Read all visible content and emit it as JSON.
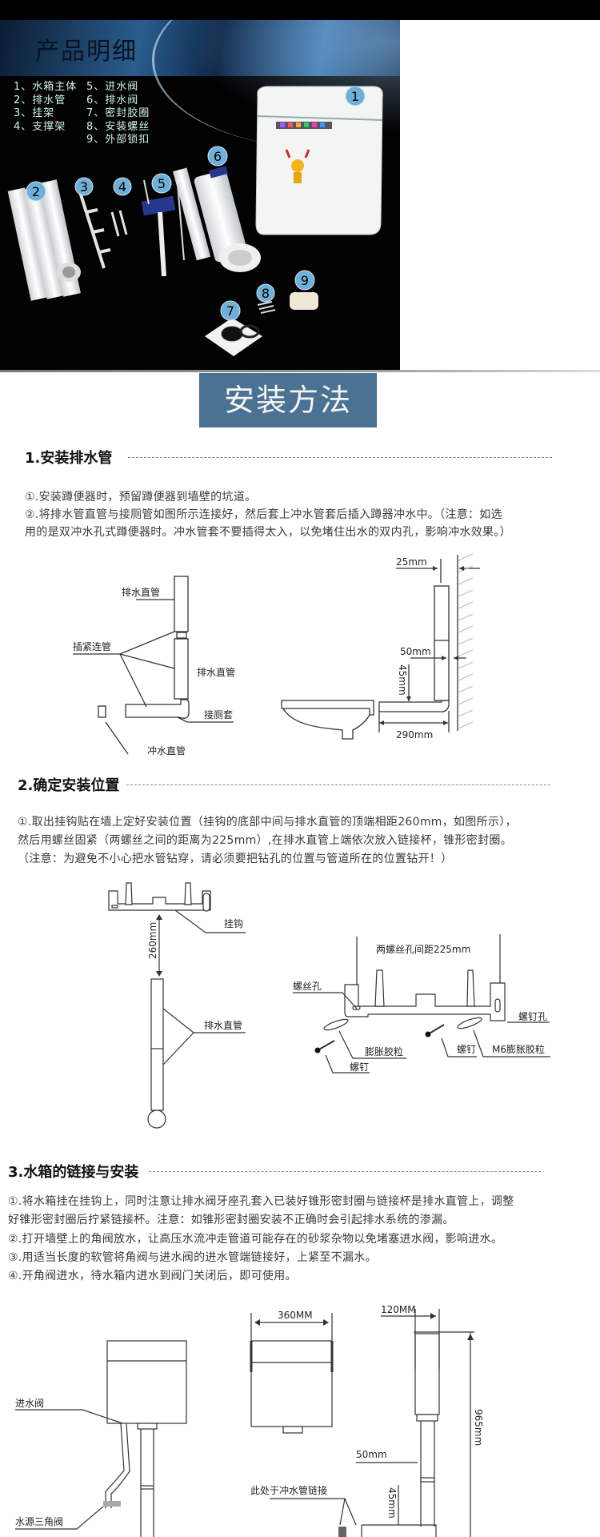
{
  "product_section": {
    "title": "产品明细",
    "parts_col1": [
      "1、水箱主体",
      "2、排水管",
      "3、挂架",
      "4、支撑架"
    ],
    "parts_col2": [
      "5、进水阀",
      "6、排水阀",
      "7、密封胶圈",
      "8、安装螺丝",
      "9、外部锁扣"
    ],
    "callouts": [
      "1",
      "2",
      "3",
      "4",
      "5",
      "6",
      "7",
      "8",
      "9"
    ]
  },
  "install_banner": "安装方法",
  "section1": {
    "heading": "1.安装排水管",
    "lines": [
      "①.安装蹲便器时，预留蹲便器到墙壁的坑道。",
      "②.将排水管直管与接厕管如图所示连接好，然后套上冲水管套后插入蹲器冲水中。（注意：如选",
      "用的是双冲水孔式蹲便器时。冲水管套不要插得太入，以免堵住出水的双内孔，影响冲水效果。）"
    ],
    "diagram": {
      "drain_pipe_upper": "排水直管",
      "insert_connector": "插紧连管",
      "drain_pipe_lower": "排水直管",
      "toilet_sleeve": "接厕套",
      "flush_pipe": "冲水直管",
      "dim_25": "25mm",
      "dim_50": "50mm",
      "dim_45": "45mm",
      "dim_290": "290mm"
    }
  },
  "section2": {
    "heading": "2.确定安装位置",
    "lines": [
      "①.取出挂钩贴在墙上定好安装位置（挂钩的底部中间与排水直管的顶端相距260mm，如图所示），",
      "然后用螺丝固紧（两螺丝之间的距离为225mm）,在排水直管上端依次放入链接杯，锥形密封圈。",
      "（注意：为避免不小心把水管钻穿，请必须要把钻孔的位置与管道所在的位置钻开！）"
    ],
    "diagram": {
      "hook": "挂钩",
      "dim_260": "260mm",
      "drain_pipe": "排水直管",
      "screw_spacing": "两螺丝孔间距225mm",
      "screw_hole": "螺丝孔",
      "nail_hole": "螺钉孔",
      "expansion_plug": "膨胀胶粒",
      "screw_left": "螺钉",
      "screw_mid": "螺钉",
      "m6_plug": "M6膨胀胶粒"
    }
  },
  "section3": {
    "heading": "3.水箱的链接与安装",
    "lines": [
      "①.将水箱挂在挂钩上，同时注意让排水阀牙座孔套入已装好锥形密封圈与链接杯是排水直管上，调整",
      "好锥形密封圈后拧紧链接杯。注意：如锥形密封圈安装不正确时会引起排水系统的渗漏。",
      "②.打开墙壁上的角阀放水，让高压水流冲走管道可能存在的砂浆杂物以免堵塞进水阀，影响进水。",
      "③.用适当长度的软管将角阀与进水阀的进水管端链接好，上紧至不漏水。",
      "④.开角阀进水，待水箱内进水到阀门关闭后，即可使用。"
    ],
    "diagram": {
      "inlet_valve": "进水阀",
      "angle_valve": "水源三角阀",
      "dim_360": "360MM",
      "dim_120": "120MM",
      "dim_965": "965mm",
      "dim_50": "50mm",
      "dim_45": "45mm",
      "flush_link": "此处于冲水管链接"
    }
  },
  "colors": {
    "banner": "#4b7293",
    "callout": "#6fb0d8",
    "list_text": "#cdf3ea"
  }
}
